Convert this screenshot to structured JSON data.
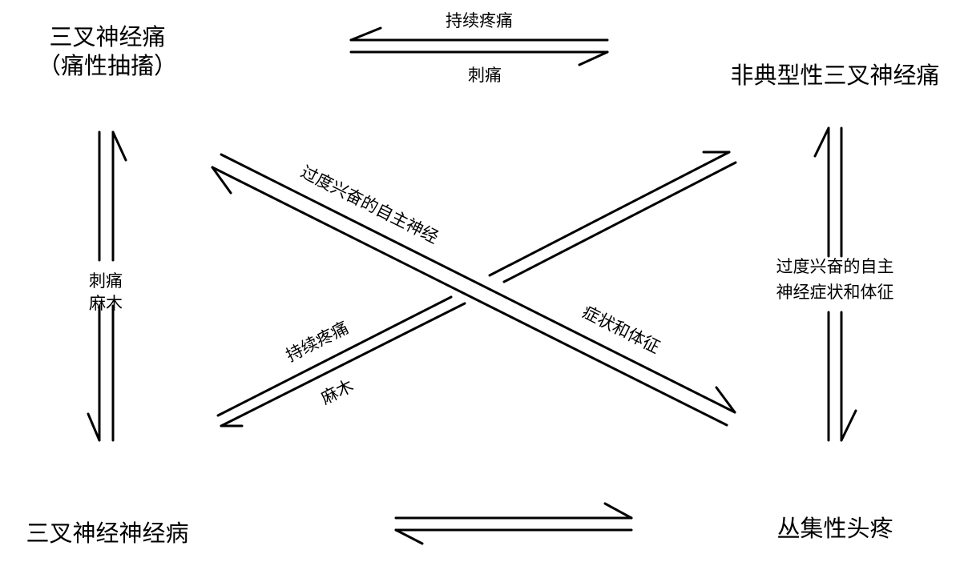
{
  "nodes": {
    "trigeminal_neuralgia": "三叉神经痛",
    "trigeminal_neuralgia_sub": "（痛性抽搐）",
    "atypical_trigeminal_neuralgia": "非典型性三叉神经痛",
    "trigeminal_neuropathy": "三叉神经神经病",
    "cluster_headache": "丛集性头疼"
  },
  "edges": {
    "top_upper": "持续疼痛",
    "top_lower": "刺痛",
    "left_line1": "刺痛",
    "left_line2": "麻木",
    "right_line1": "过度兴奋的自主",
    "right_line2": "神经症状和体征",
    "diag_down_part1": "过度兴奋的自主神经",
    "diag_down_part2": "症状和体征",
    "diag_up_upper": "持续疼痛",
    "diag_up_lower": "麻木"
  },
  "colors": {
    "line": "#000000",
    "background": "#ffffff"
  }
}
